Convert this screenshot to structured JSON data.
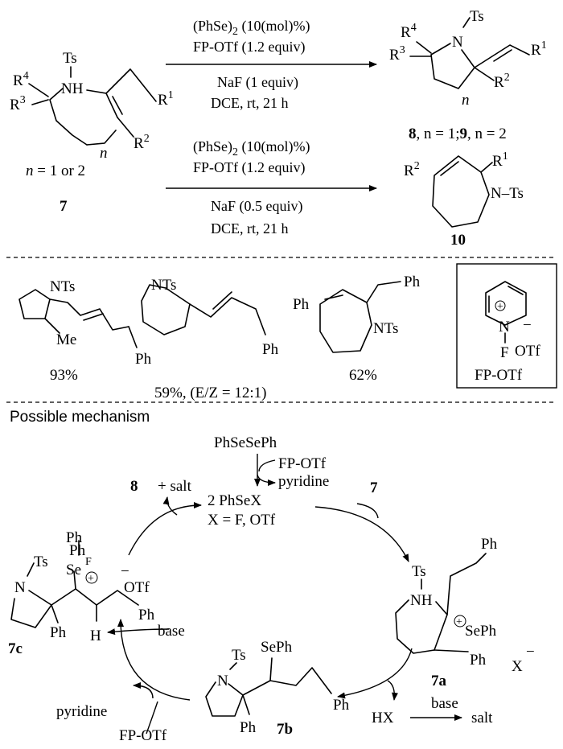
{
  "reaction1": {
    "cond1": "(PhSe)",
    "cond1_sub": "2",
    "cond1_rest": " (10(mol)%)",
    "cond2": "FP-OTf (1.2 equiv)",
    "cond3": "NaF (1 equiv)",
    "cond4": "DCE, rt, 21 h"
  },
  "reaction2": {
    "cond1": "(PhSe)",
    "cond1_sub": "2",
    "cond1_rest": " (10(mol)%)",
    "cond2": "FP-OTf (1.2 equiv)",
    "cond3": "NaF (0.5 equiv)",
    "cond4": "DCE, rt, 21 h"
  },
  "substrate": {
    "label": "7",
    "n_note": "= 1 or 2",
    "n": "n",
    "atoms": {
      "Ts": "Ts",
      "NH": "NH",
      "R4": "R",
      "R4_sup": "4",
      "R3": "R",
      "R3_sup": "3",
      "R1": "R",
      "R1_sup": "1",
      "R2": "R",
      "R2_sup": "2"
    }
  },
  "product_8_9": {
    "label_8": "8",
    "n1_text": ", n = 1;",
    "label_9": "9",
    "n2_text": ", n = 2",
    "atoms": {
      "Ts": "Ts",
      "N": "N",
      "R4": "R",
      "R4_sup": "4",
      "R3": "R",
      "R3_sup": "3",
      "R1": "R",
      "R1_sup": "1",
      "R2": "R",
      "R2_sup": "2",
      "n": "n"
    }
  },
  "product_10": {
    "label": "10",
    "atoms": {
      "R2": "R",
      "R2_sup": "2",
      "R1": "R",
      "R1_sup": "1",
      "NTs": "N–Ts"
    }
  },
  "examples": [
    {
      "yield": "93%",
      "atoms": {
        "NTs": "NTs",
        "Me": "Me",
        "Ph": "Ph"
      }
    },
    {
      "yield": "59%, (E/Z = 12:1)",
      "atoms": {
        "NTs": "NTs",
        "Ph": "Ph"
      }
    },
    {
      "yield": "62%",
      "atoms": {
        "Ph_top": "Ph",
        "Ph_left": "Ph",
        "NTs": "NTs"
      }
    }
  ],
  "reagent_box": {
    "name": "FP-OTf",
    "atoms": {
      "N": "N",
      "F": "F",
      "OTf": "OTf",
      "plus": "+",
      "minus": "−"
    }
  },
  "mechanism": {
    "heading": "Possible mechanism",
    "start": "PhSeSePh",
    "reagent_in": "FP-OTf",
    "byproduct_out": "pyridine",
    "intermediate": "2 PhSeX",
    "x_def": "X = F, OTf",
    "product": "8",
    "salt": "+ salt",
    "substrate": "7",
    "hx": "HX",
    "base": "base",
    "salt2": "salt",
    "pyridine_out": "pyridine",
    "fpotf_in": "FP-OTf",
    "i7a": {
      "label": "7a",
      "Ts": "Ts",
      "NH": "NH",
      "Ph": "Ph",
      "SePh": "SePh",
      "Ph2": "Ph",
      "X": "X",
      "minus": "−",
      "plus": "+"
    },
    "i7b": {
      "label": "7b",
      "Ts": "Ts",
      "N": "N",
      "SePh": "SePh",
      "Ph": "Ph",
      "Ph2": "Ph"
    },
    "i7c": {
      "label": "7c",
      "Ts": "Ts",
      "N": "N",
      "Ph": "Ph",
      "Se": "Se",
      "F": "F",
      "OTf": "OTf",
      "Ph2": "Ph",
      "Ph3": "Ph",
      "H": "H",
      "base": "base",
      "plus": "+",
      "minus": "−"
    }
  }
}
